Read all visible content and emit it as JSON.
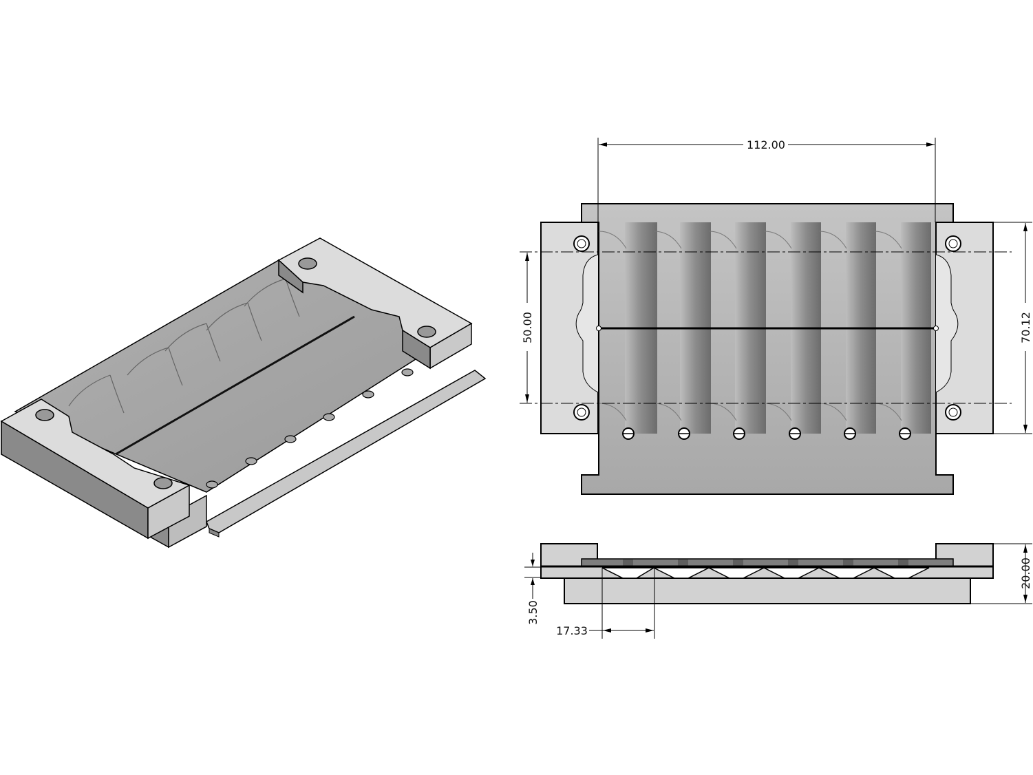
{
  "drawing": {
    "views": [
      "isometric",
      "top",
      "side"
    ],
    "dimensions": {
      "overall_width": "112.00",
      "hole_spacing": "50.00",
      "overall_depth": "70.12",
      "height": "20.00",
      "step": "3.50",
      "channel_pitch": "17.33"
    },
    "channel_count": 6,
    "colors": {
      "body": "#d2d2d2",
      "shade": "#8a8a8a",
      "line": "#000000"
    }
  }
}
